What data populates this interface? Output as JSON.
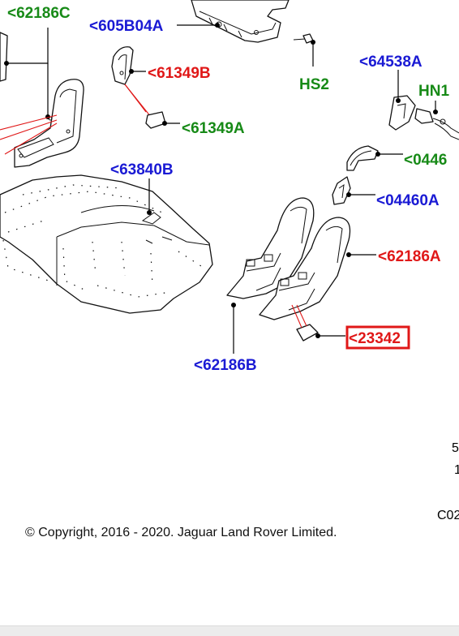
{
  "callouts": {
    "c62186C": "<62186C",
    "c605B04A": "<605B04A",
    "c61349B": "<61349B",
    "cHS2": "HS2",
    "c64538A": "<64538A",
    "cHN1": "HN1",
    "c61349A": "<61349A",
    "c04460_top": "<0446",
    "c63840B": "<63840B",
    "c04460A": "<04460A",
    "c62186A": "<62186A",
    "c23342": "<23342",
    "c62186B": "<62186B"
  },
  "side_fragments": {
    "f1": "5",
    "f2": "1",
    "f3": "C02"
  },
  "footer": {
    "copyright": "© Copyright, 2016 - 2020. Jaguar Land Rover Limited."
  },
  "colors": {
    "blue": "#1a1ad4",
    "red": "#e01818",
    "green": "#178a17",
    "highlight_box": "#e01818"
  }
}
